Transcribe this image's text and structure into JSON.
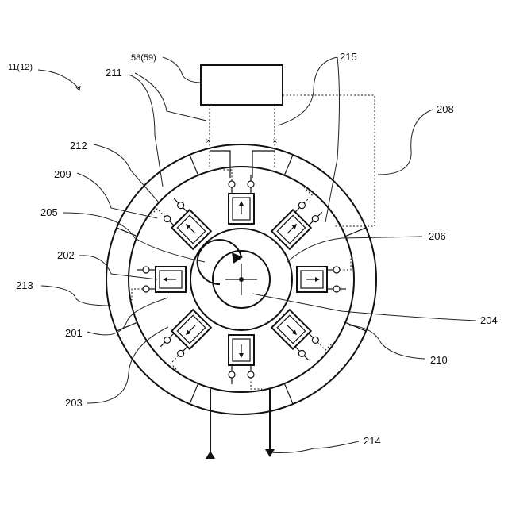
{
  "labels": {
    "l11_12": "11(12)",
    "l58_59": "58(59)",
    "l211": "211",
    "l215": "215",
    "l208": "208",
    "l212": "212",
    "l209": "209",
    "l205": "205",
    "l206": "206",
    "l202": "202",
    "l213": "213",
    "l201": "201",
    "l204": "204",
    "l210": "210",
    "l203": "203",
    "l214": "214"
  },
  "markers": {
    "x": "×"
  }
}
